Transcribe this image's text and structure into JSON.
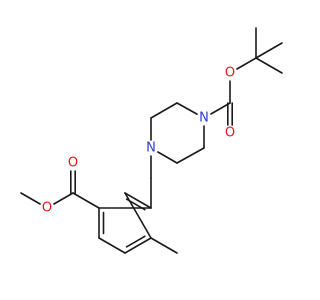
{
  "molecule": {
    "colors": {
      "bond": "#1a1a1a",
      "oxygen": "#e8141b",
      "nitrogen": "#2f3bd6"
    },
    "atoms": [
      {
        "id": "O_boc_dbl",
        "label": "O",
        "element": "oxygen"
      },
      {
        "id": "O_boc_ester",
        "label": "O",
        "element": "oxygen"
      },
      {
        "id": "N_boc",
        "label": "N",
        "element": "nitrogen"
      },
      {
        "id": "N_benzyl",
        "label": "N",
        "element": "nitrogen"
      },
      {
        "id": "O_me_dbl",
        "label": "O",
        "element": "oxygen"
      },
      {
        "id": "O_me_ester",
        "label": "O",
        "element": "oxygen"
      }
    ]
  }
}
